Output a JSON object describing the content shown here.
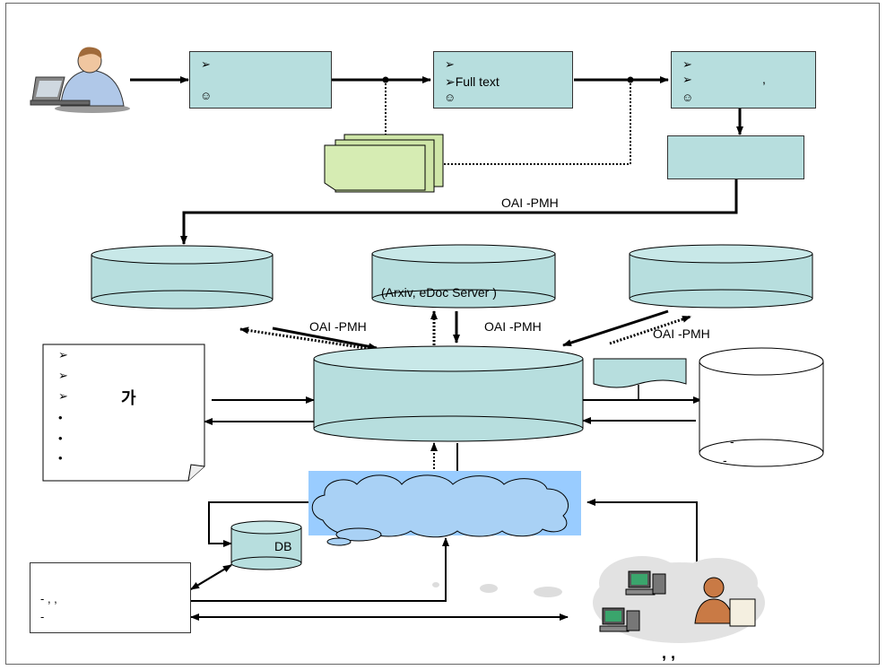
{
  "diagram": {
    "box2": {
      "line2": "➢Full text"
    },
    "box3": {
      "line2_comma": ","
    },
    "labels": {
      "oai_top": "OAI -PMH",
      "oai_left": "OAI -PMH",
      "oai_middle": "OAI -PMH",
      "oai_right": "OAI -PMH",
      "repository_center": "(Arxiv, eDoc Server    )",
      "db": "DB",
      "ga": "가",
      "right_cyl_dash1": "-",
      "right_cyl_dash2": "-",
      "bottom_left_line1": "-     ,          ,",
      "bottom_left_line2": "-",
      "bottom_commas": ",             ,"
    },
    "bullets": {
      "arrow": "➢",
      "dot": "•"
    }
  }
}
